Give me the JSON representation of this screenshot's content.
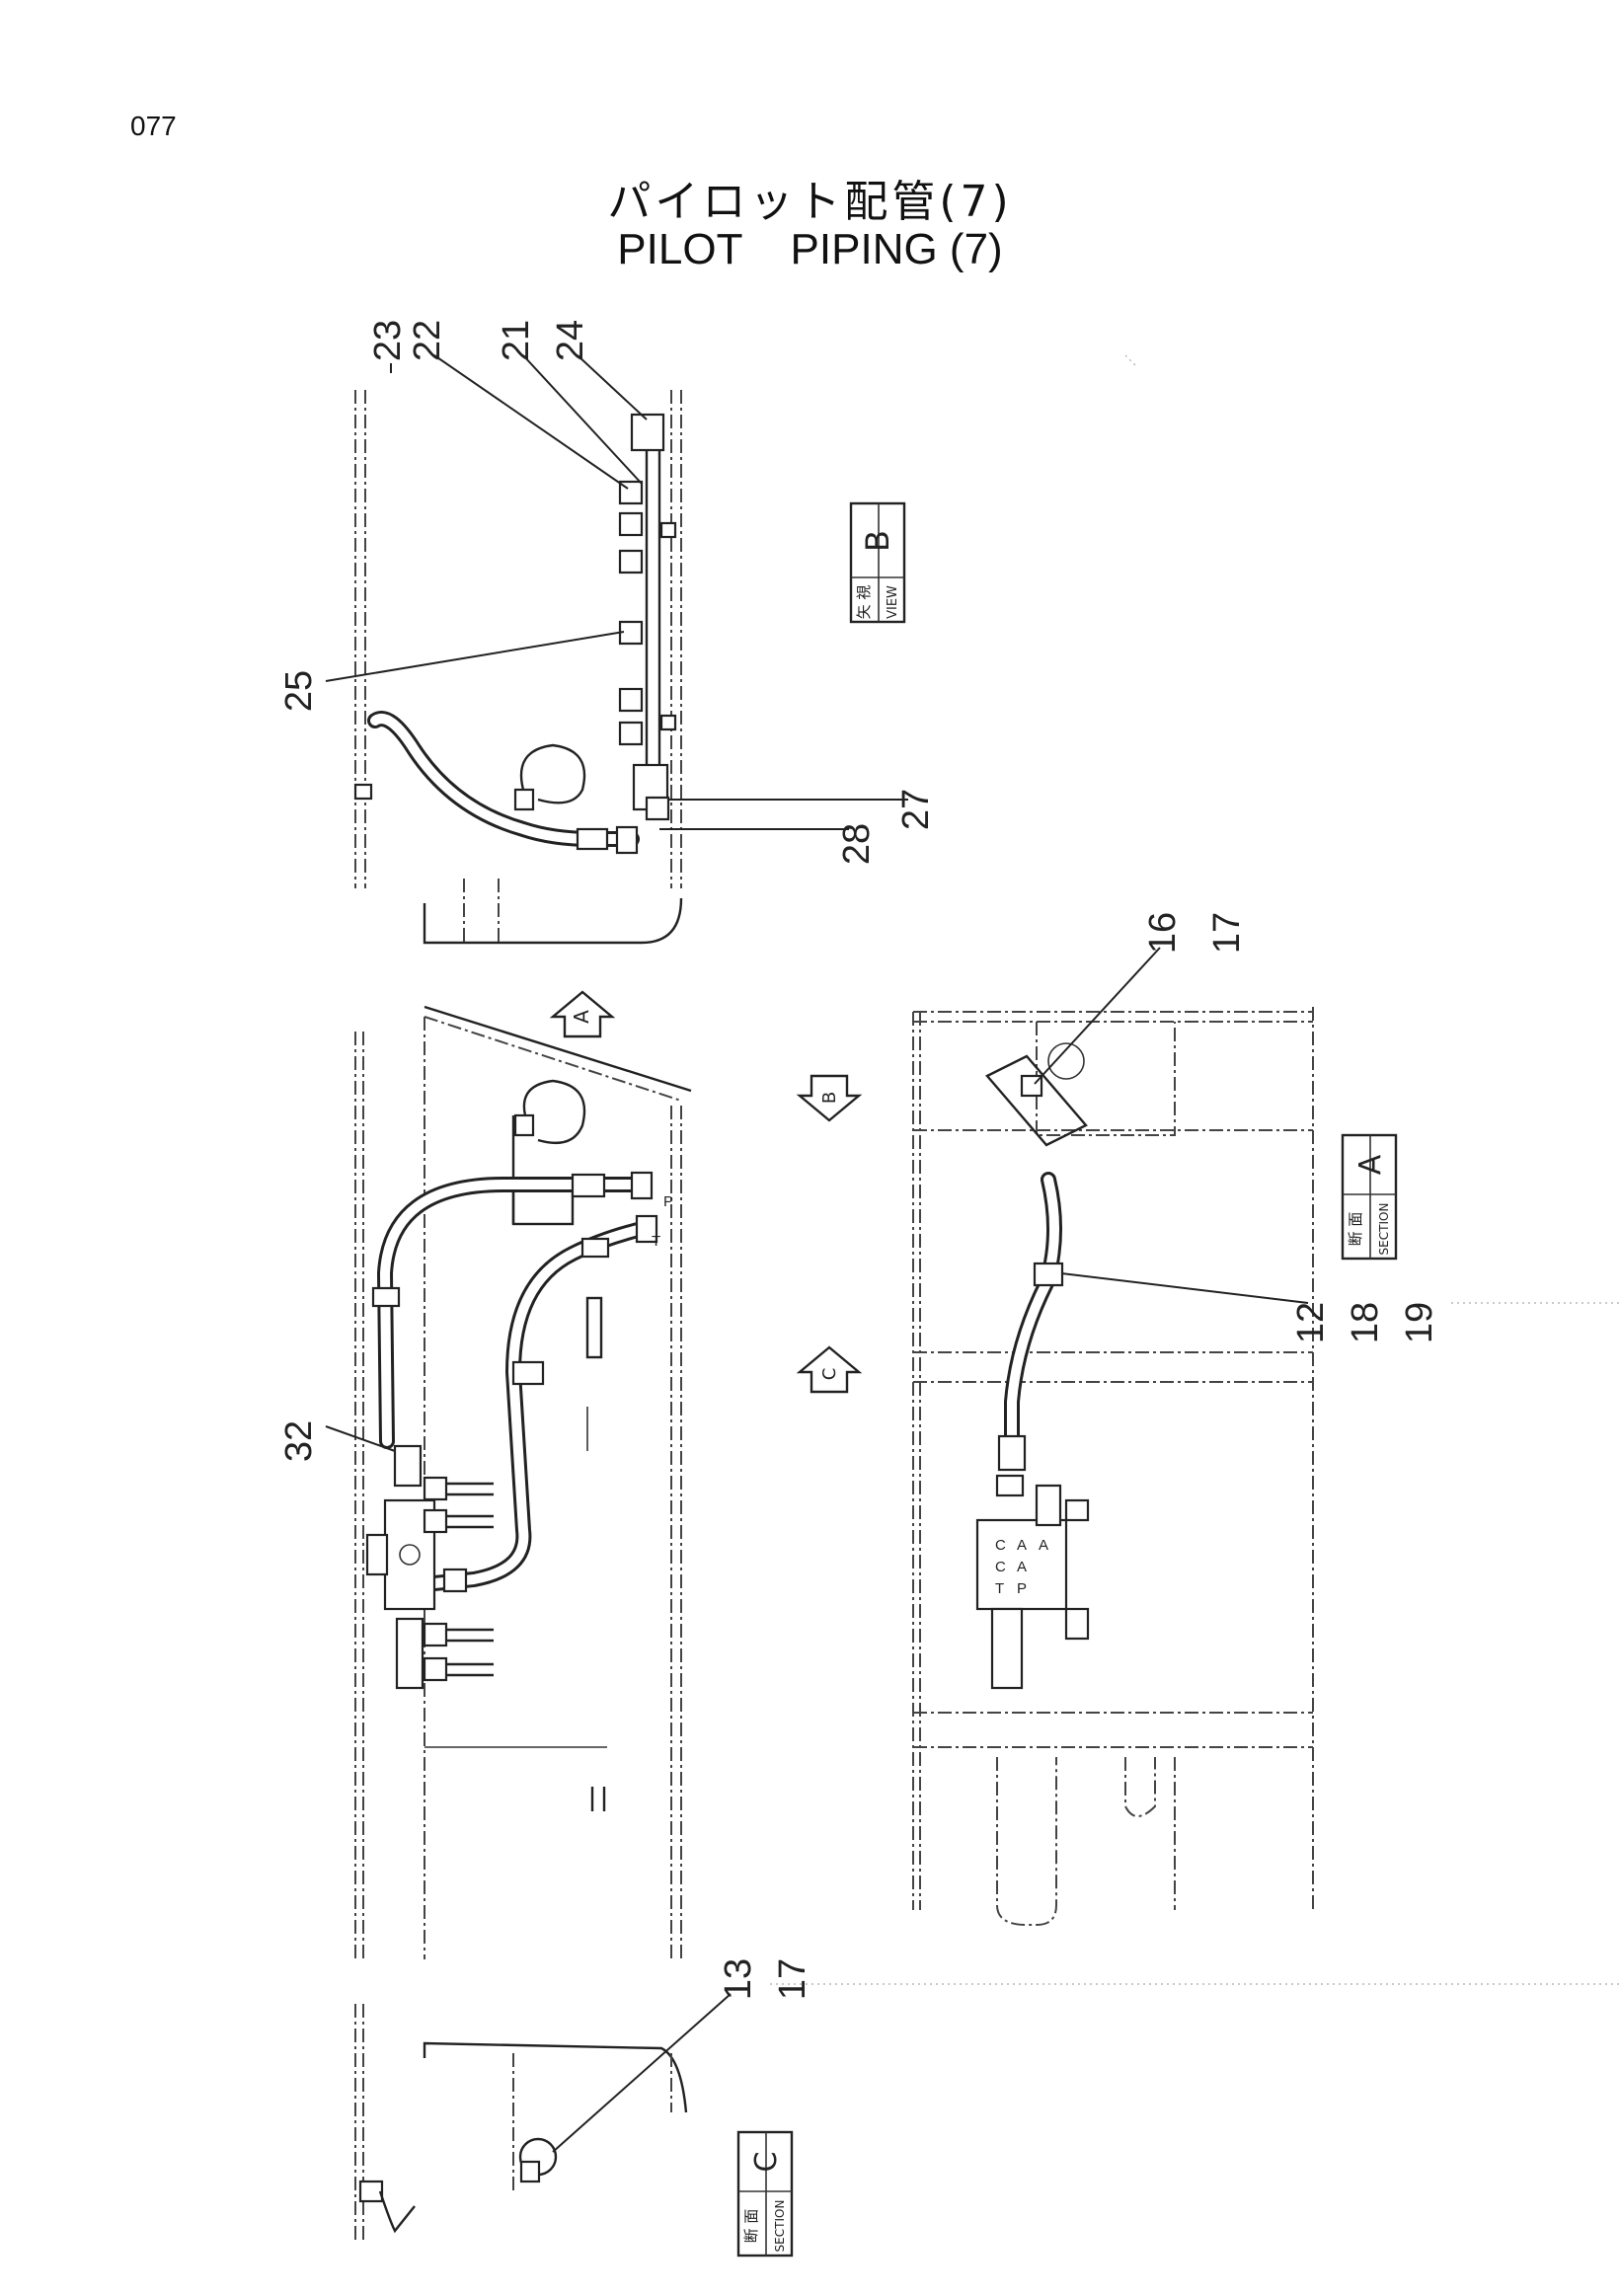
{
  "page_number": "077",
  "title": {
    "japanese": "パイロット配管(7)",
    "english": "PILOT    PIPING (7)"
  },
  "callouts": {
    "n23": "23",
    "n22": "22",
    "n21": "21",
    "n24": "24",
    "n25": "25",
    "n27": "27",
    "n28": "28",
    "n16": "16",
    "n17a": "17",
    "n12": "12",
    "n18": "18",
    "n19": "19",
    "n32": "32",
    "n13": "13",
    "n17b": "17"
  },
  "view_labels": {
    "view_b": {
      "jp": "矢 視",
      "en": "VIEW",
      "letter": "B"
    },
    "section_a": {
      "jp": "断 面",
      "en": "SECTION",
      "letter": "A"
    },
    "section_c": {
      "jp": "断 面",
      "en": "SECTION",
      "letter": "C"
    }
  },
  "arrows": {
    "a": "A",
    "b": "B",
    "c": "C"
  },
  "port_letters": {
    "p": "P",
    "t": "T",
    "c1": "C",
    "c2": "C",
    "a1": "A",
    "a2": "A",
    "a3": "A",
    "t2": "T",
    "p2": "P"
  }
}
